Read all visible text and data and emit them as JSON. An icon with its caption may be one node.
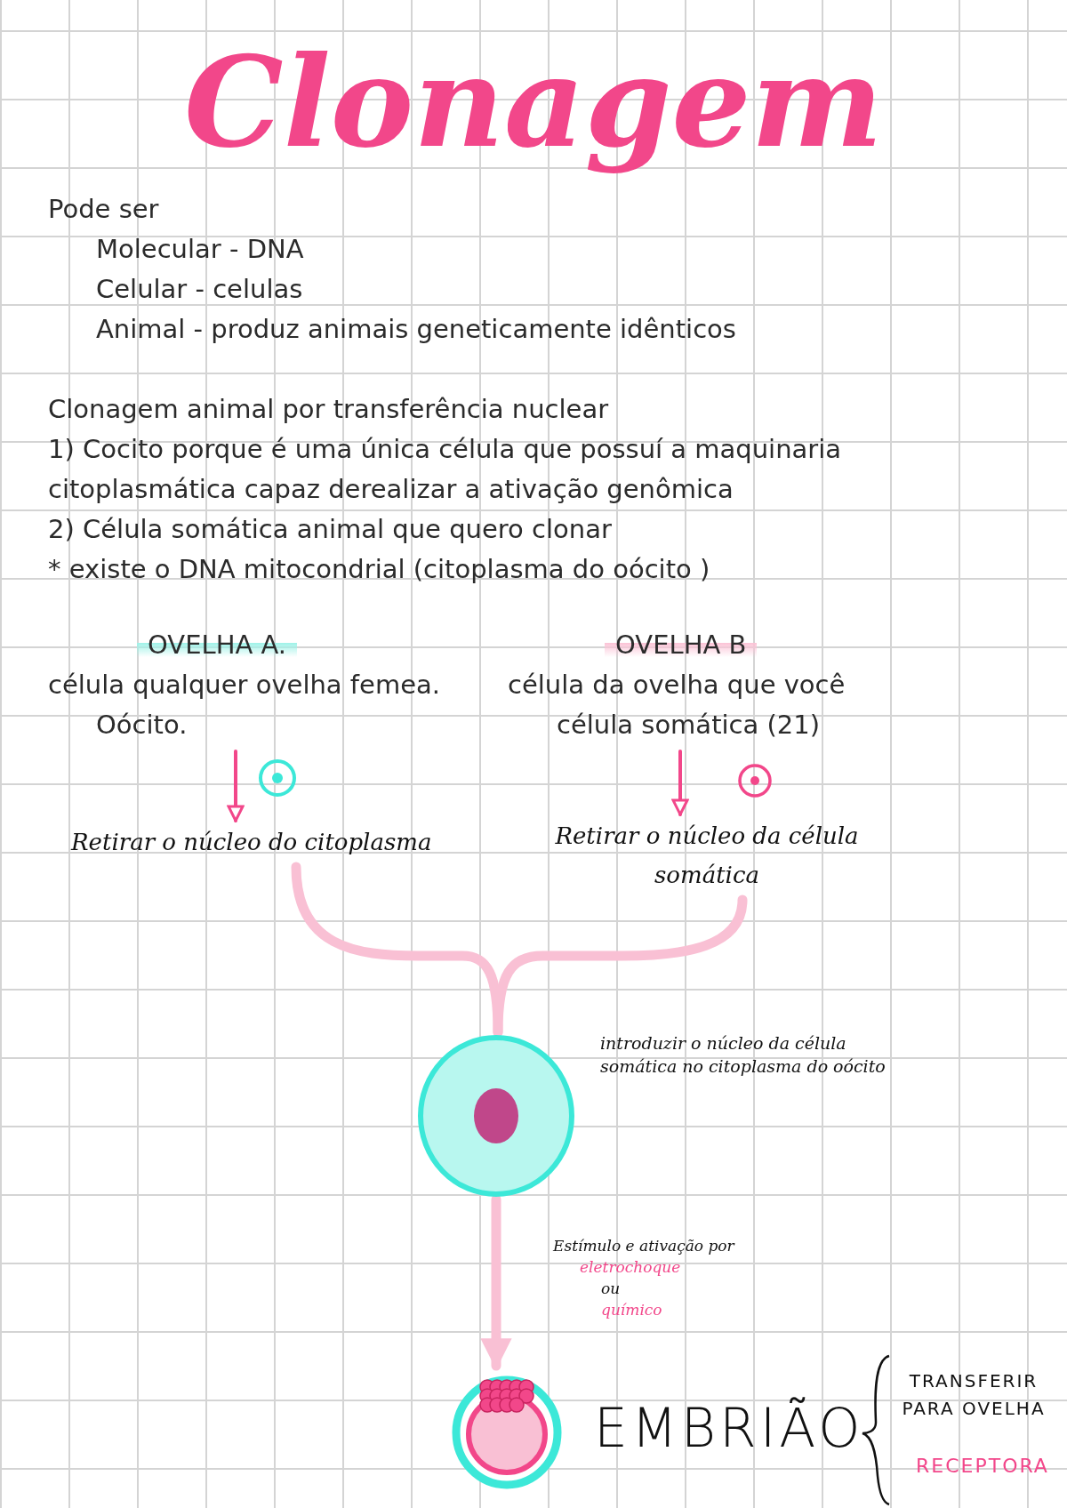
{
  "diagram": {
    "title": "Clonagem",
    "nodes": [
      {
        "text": [
          "OVELHA A.",
          "célula qualquer ovelha femea.",
          "Oócito."
        ]
      },
      {
        "text": [
          "OVELHA B",
          "célula da ovelha que você",
          "célula somática (21)"
        ]
      },
      {
        "text": [
          "Retirar o núcleo do citoplasma"
        ]
      },
      {
        "text": [
          "Retirar o núcleo da célula somática"
        ]
      },
      {
        "text": [],
        "shape": "circle",
        "beside": [
          "introduzir o núcleo da célula somática no citoplasma do oócito"
        ]
      },
      {
        "text": [],
        "shape": "circle",
        "beside": [
          "EMBRIÃO"
        ]
      }
    ],
    "edges": [
      {
        "from": 0,
        "to": 2,
        "arrow": "to",
        "color": "#f2478a"
      },
      {
        "from": 1,
        "to": 3,
        "arrow": "to",
        "color": "#f2478a"
      },
      {
        "from": 2,
        "to": 4,
        "arrow": "none"
      },
      {
        "from": 3,
        "to": 4,
        "arrow": "none"
      },
      {
        "from": 4,
        "to": 5,
        "arrow": "to"
      }
    ],
    "labels": [
      "Pode ser",
      "Molecular - DNA",
      "Celular - celulas",
      "Animal - produz animais geneticamente idênticos",
      "Clonagem animal por transferência nuclear",
      "1)  Cocito porque é uma única célula que possuí a maquinaria citoplasmática capaz derealizar a ativação genômica",
      "2) Célula somática animal que quero clonar",
      "* existe o DNA mitocondrial (citoplasma do oócito )",
      "Estímulo e ativação por",
      "eletrochoque",
      "ou",
      "químico",
      "TRANSFERIR PARA OVELHA",
      "RECEPTORA"
    ]
  }
}
